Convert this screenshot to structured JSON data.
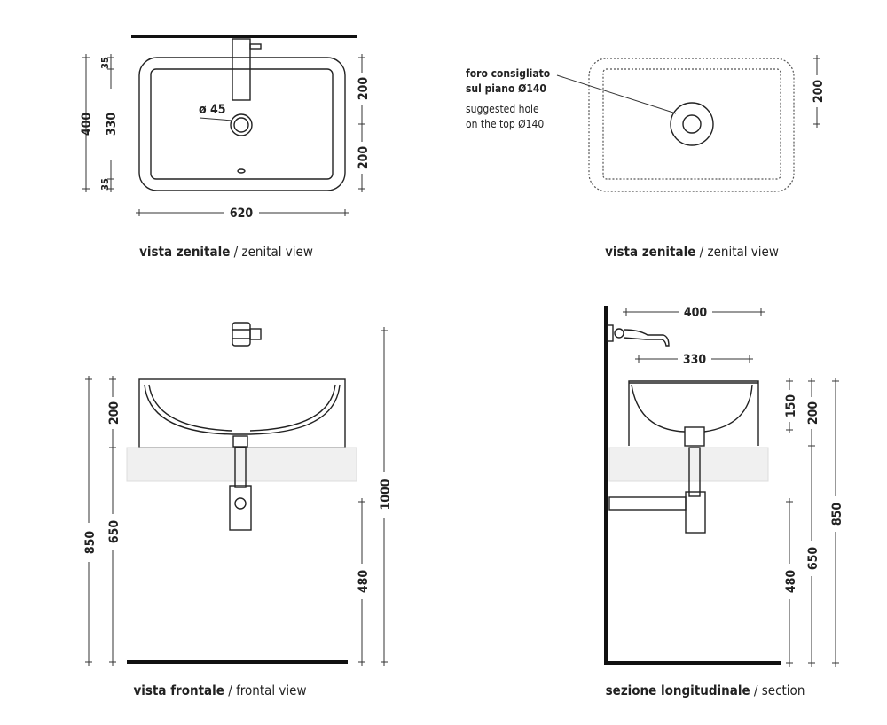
{
  "views": {
    "top_left": {
      "caption_bold": "vista zenitale",
      "caption_sep": " / ",
      "caption_light": "zenital view",
      "dims": {
        "total_depth": "400",
        "rim_top": "35",
        "inner_depth": "330",
        "rim_bottom": "35",
        "right_top": "200",
        "right_bottom": "200",
        "width": "620",
        "drain": "ø 45"
      }
    },
    "top_right": {
      "caption_bold": "vista zenitale",
      "caption_sep": " / ",
      "caption_light": "zenital view",
      "note_lines_bold": [
        "foro consigliato",
        "sul piano Ø140"
      ],
      "note_lines": [
        "suggested hole",
        "on the top Ø140"
      ],
      "dims": {
        "right_top": "200"
      }
    },
    "bottom_left": {
      "caption_bold": "vista frontale",
      "caption_sep": " / ",
      "caption_light": "frontal view",
      "dims": {
        "total": "850",
        "basin_height": "200",
        "counter_height": "650",
        "trap_height": "480",
        "faucet_height": "1000"
      }
    },
    "bottom_right": {
      "caption_bold": "sezione longitudinale",
      "caption_sep": " / ",
      "caption_light": "section",
      "dims": {
        "depth": "400",
        "inner": "330",
        "bowl": "150",
        "basin_height": "200",
        "counter_height": "650",
        "trap_height": "480",
        "total": "850"
      }
    }
  }
}
